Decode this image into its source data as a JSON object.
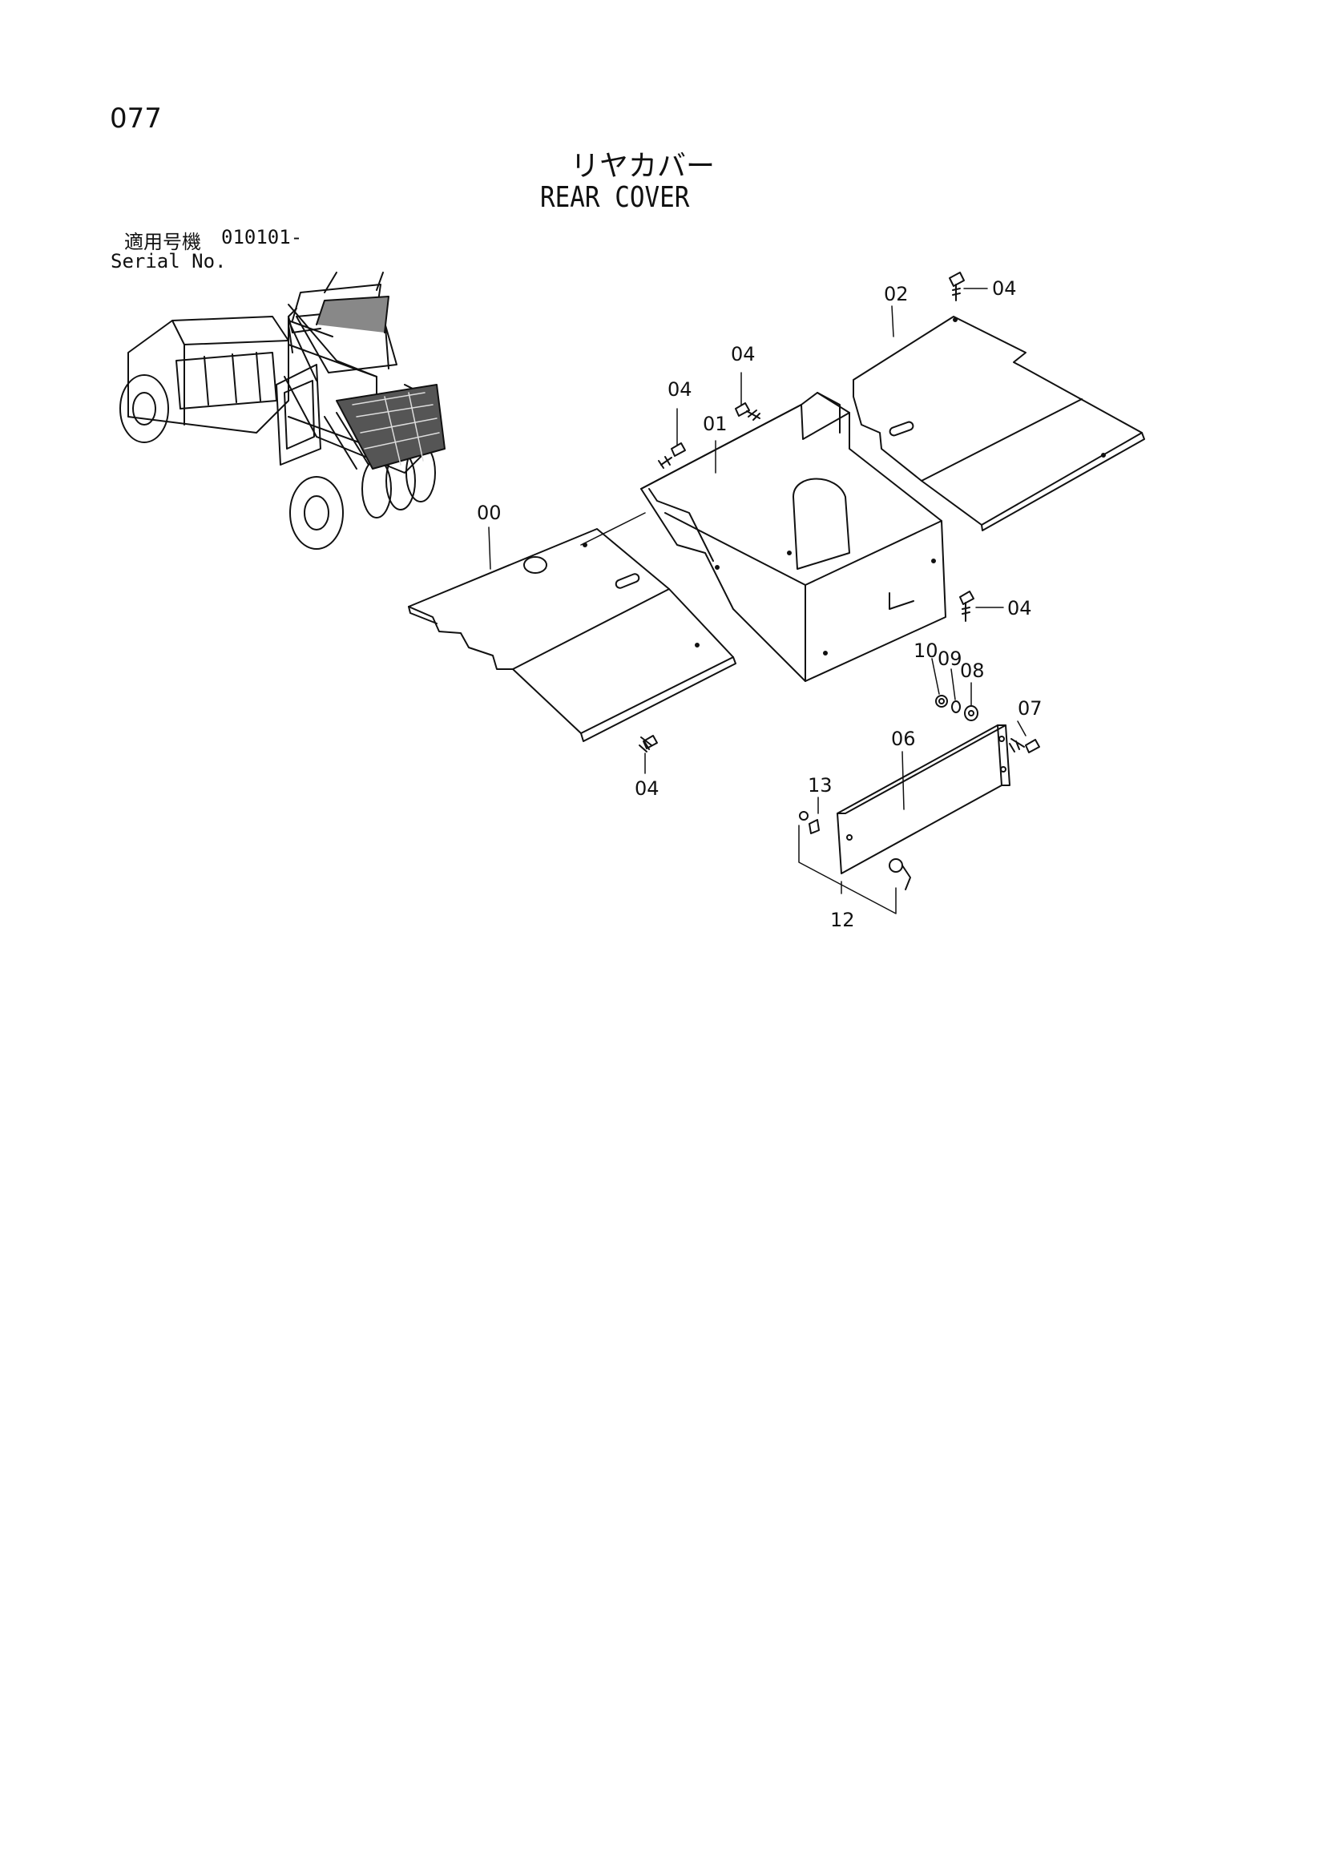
{
  "header": {
    "page_number": "077",
    "title_ja": "リヤカバー",
    "title_en": "REAR COVER",
    "serial_label_ja": "適用号機",
    "serial_number": "010101-",
    "serial_label_en": "Serial No."
  },
  "callouts": {
    "c00": "00",
    "c01": "01",
    "c02": "02",
    "c04a": "04",
    "c04b": "04",
    "c04c": "04",
    "c04d": "04",
    "c04e": "04",
    "c06": "06",
    "c07": "07",
    "c08": "08",
    "c09": "09",
    "c10": "10",
    "c12": "12",
    "c13": "13"
  }
}
